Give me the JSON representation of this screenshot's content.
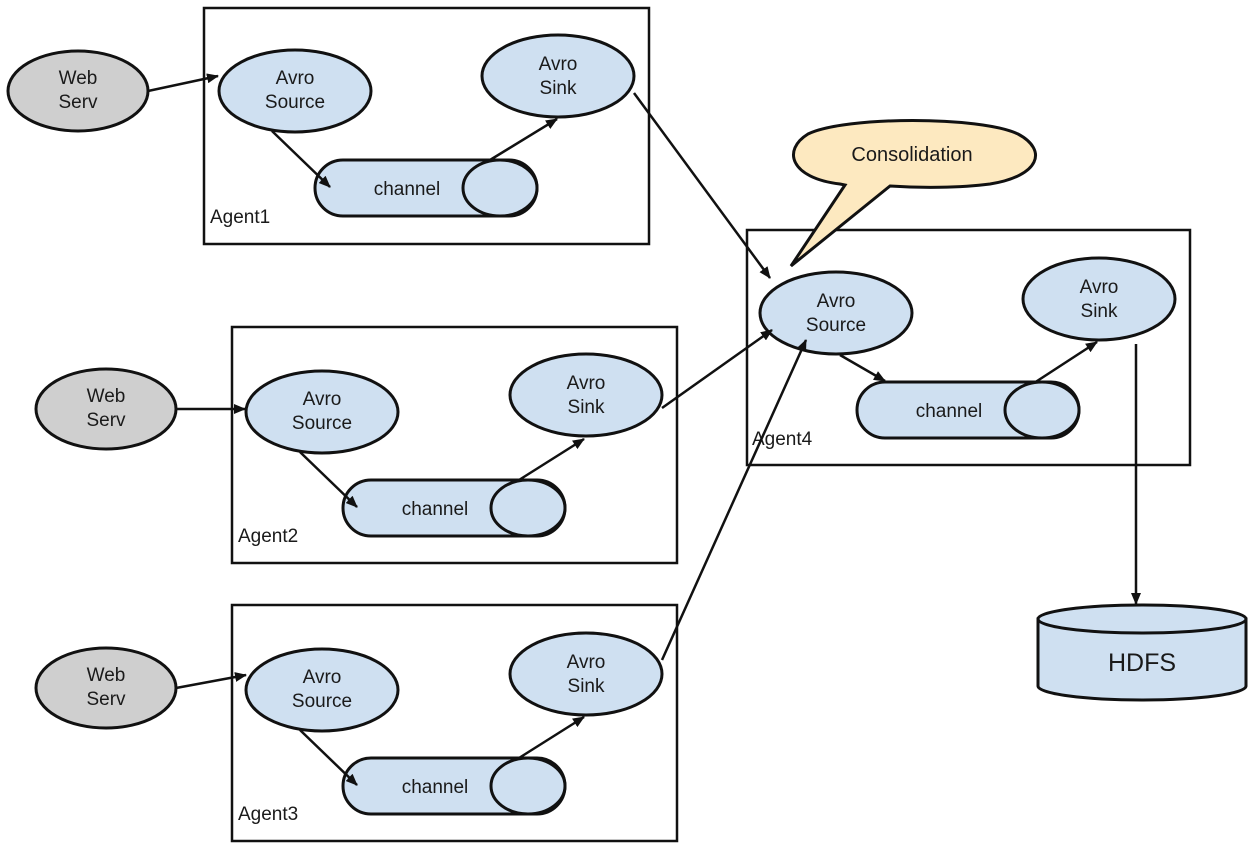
{
  "web_serv": {
    "line1": "Web",
    "line2": "Serv"
  },
  "avro_source": {
    "line1": "Avro",
    "line2": "Source"
  },
  "avro_sink": {
    "line1": "Avro",
    "line2": "Sink"
  },
  "channel": "channel",
  "agents": [
    "Agent1",
    "Agent2",
    "Agent3",
    "Agent4"
  ],
  "callout": "Consolidation",
  "hdfs": "HDFS",
  "colors": {
    "web_serv_fill": "#cfcfcf",
    "component_fill": "#cfe0f1",
    "callout_fill": "#fde9c0",
    "stroke": "#111111"
  }
}
